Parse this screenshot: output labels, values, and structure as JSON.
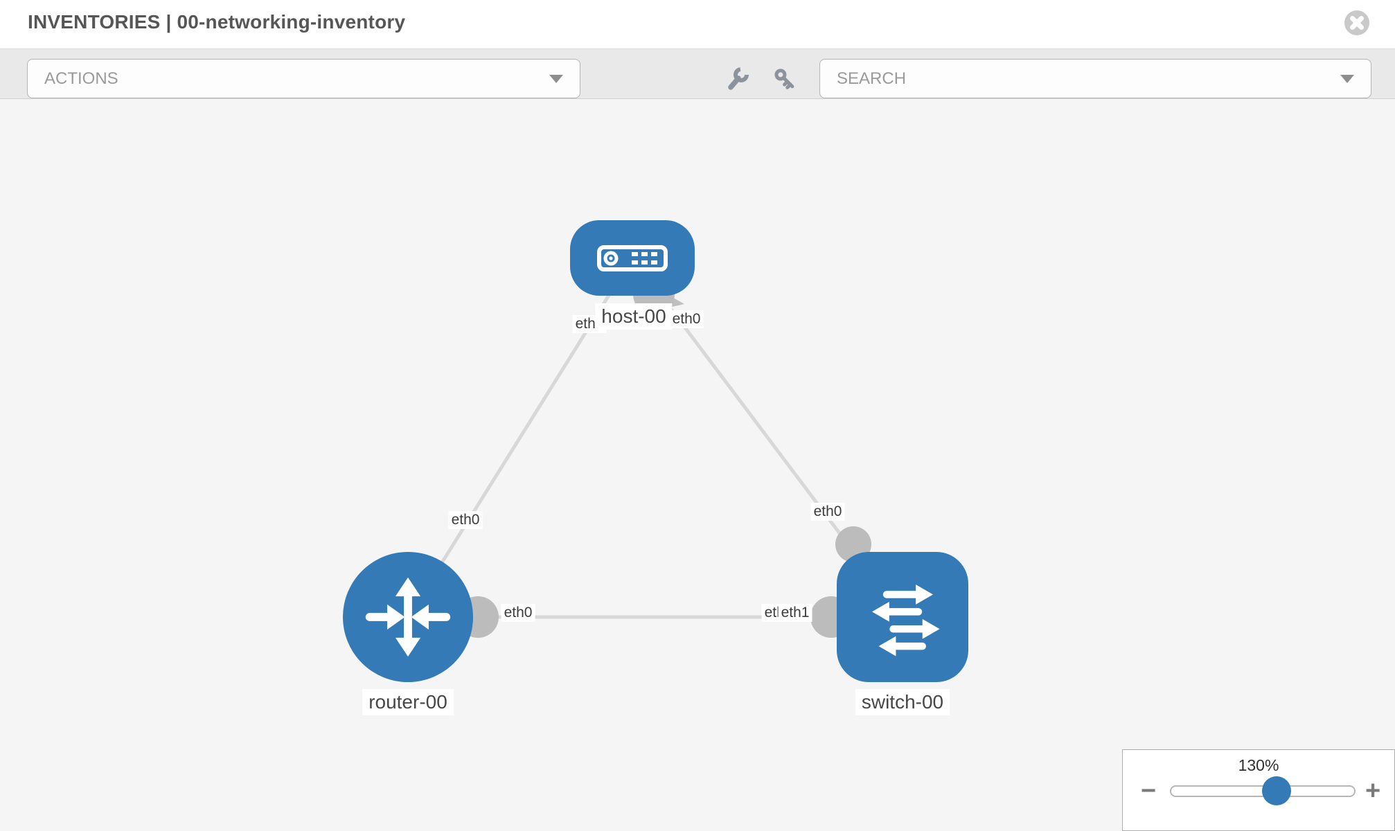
{
  "header": {
    "title": "INVENTORIES | 00-networking-inventory"
  },
  "toolbar": {
    "actions_label": "ACTIONS",
    "search_label": "SEARCH"
  },
  "topology": {
    "nodes": [
      {
        "id": "host-00",
        "type": "host",
        "label": "host-00"
      },
      {
        "id": "router-00",
        "type": "router",
        "label": "router-00"
      },
      {
        "id": "switch-00",
        "type": "switch",
        "label": "switch-00"
      }
    ],
    "links": [
      {
        "source": "host-00",
        "source_interface": "eth0",
        "target": "router-00",
        "target_interface": "eth0"
      },
      {
        "source": "host-00",
        "source_interface": "eth0",
        "target": "switch-00",
        "target_interface": "eth0"
      },
      {
        "source": "router-00",
        "source_interface": "eth0",
        "target": "switch-00",
        "target_interface": "eth1"
      }
    ],
    "interface_labels": {
      "host_to_router_host_side": "eth0",
      "host_to_switch_host_side": "eth0",
      "host_to_router_router_side": "eth0",
      "host_to_switch_switch_side": "eth0",
      "router_to_switch_router_side": "eth0",
      "router_to_switch_switch_side_under": "eth0",
      "router_to_switch_switch_side_over": "eth1"
    }
  },
  "zoom_control": {
    "level": "130%",
    "minus_glyph": "−",
    "plus_glyph": "+"
  },
  "colors": {
    "node_blue": "#337ab7",
    "link_gray": "#d8d8d8",
    "endpoint_gray": "#bcbcbc",
    "canvas_bg": "#f5f5f5",
    "toolbar_bg": "#e9e9e9",
    "slider_thumb_blue": "#337ab7"
  }
}
